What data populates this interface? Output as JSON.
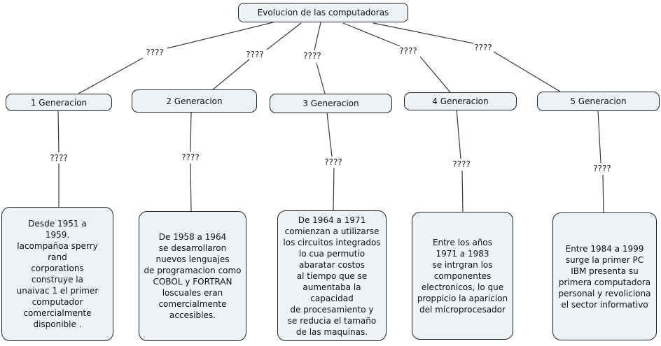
{
  "root": {
    "label": "Evolucion de las computadoras"
  },
  "generations": [
    {
      "label": "1 Generacion",
      "top_link": "????",
      "bottom_link": "????",
      "description": "Desde 1951 a\n1959.\nlacompañoa sperry\nrand\ncorporations\nconstruye la\nunaivac 1 el primer\ncomputador\ncomercialmente\ndisponible ."
    },
    {
      "label": "2 Generacion",
      "top_link": "????",
      "bottom_link": "????",
      "description": "De 1958 a 1964\nse desarrollaron\nnuevos lenguajes\nde programacion como\nCOBOL y FORTRAN\nloscuales eran\ncomercialmente\naccesibles."
    },
    {
      "label": "3 Generacion",
      "top_link": "????",
      "bottom_link": "????",
      "description": "De 1964 a 1971\ncomienzan a utilizarse\nlos circuitos integrados\nlo cua permutio\nabaratar costos\nal tiempo que se\naumentaba la\ncapacidad\nde procesamiento y\nse reducia el tamaño\nde las maquinas."
    },
    {
      "label": "4 Generacion",
      "top_link": "????",
      "bottom_link": "????",
      "description": "Entre los años\n1971 a 1983\nse intrgran los\ncomponentes\nelectronicos, lo que\nproppicio la aparicion\ndel microprocesador"
    },
    {
      "label": "5 Generacion",
      "top_link": "????",
      "bottom_link": "????",
      "description": "Entre 1984 a 1999\nsurge la primer PC\nIBM presenta su\nprimera computadora\npersonal y revoliciona\nel sector informativo"
    }
  ],
  "colors": {
    "node_fill": "#ecf2f6",
    "node_border": "#222222",
    "line": "#3a3a3a",
    "background": "#ffffff"
  }
}
